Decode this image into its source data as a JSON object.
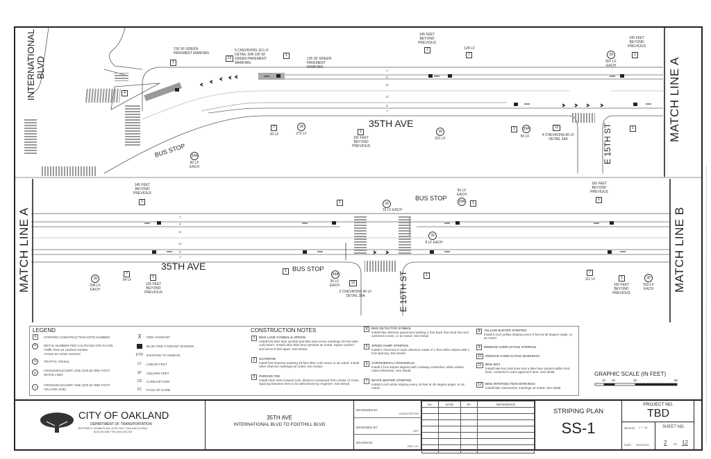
{
  "plan_top": {
    "street_main": "35TH AVE",
    "street_cross_left": "INTERNATIONAL BLVD",
    "street_cross_right": "E 15TH ST",
    "match_line": "MATCH LINE A",
    "bus_stop": "BUS STOP",
    "lane_widths": [
      "7'",
      "8'",
      "11'",
      "11'",
      "8'",
      "7'"
    ],
    "callouts": [
      {
        "tag": "1",
        "text": "216 SF GREEN PAVEMENT MARKING"
      },
      {
        "tag": "4",
        "text": ""
      },
      {
        "tag": "12",
        "text": "5 CHEVRONS 110 LF DETAIL 39A 100 SF GREEN PAVEMENT MARKING"
      },
      {
        "tag": "1",
        "text": "125 SF GREEN PAVEMENT MARKING"
      },
      {
        "tag": "7",
        "text": "60 LF"
      },
      {
        "tag": "39",
        "text": "272 LF"
      },
      {
        "tag": "1",
        "text": "155 FEET BEYOND PREVIOUS"
      },
      {
        "tag": "39",
        "text": "321 LF"
      },
      {
        "tag": "39A",
        "text": "82 LF EACH"
      },
      {
        "tag": "1",
        "text": "145 FEET BEYOND PREVIOUS"
      },
      {
        "tag": "7",
        "text": "128 LF"
      },
      {
        "tag": "39",
        "text": "897 LF EACH"
      },
      {
        "tag": "1",
        "text": "145 FEET BEYOND PREVIOUS"
      },
      {
        "tag": "1",
        "text": ""
      },
      {
        "tag": "39A",
        "text": "50 LF"
      },
      {
        "tag": "12",
        "text": "4 CHEVRONS 80 LF DETAIL 39A"
      },
      {
        "tag": "1",
        "text": ""
      }
    ]
  },
  "plan_bottom": {
    "street_main": "35TH AVE",
    "street_cross": "E 16TH ST",
    "match_line_left": "MATCH LINE A",
    "match_line_right": "MATCH LINE B",
    "bus_stop_1": "BUS STOP",
    "bus_stop_2": "BUS STOP",
    "lane_widths": [
      "7'",
      "8'",
      "11'",
      "11'",
      "8'",
      "7'"
    ],
    "callouts": [
      {
        "tag": "1",
        "text": "145 FEET BEYOND PREVIOUS"
      },
      {
        "tag": "1",
        "text": ""
      },
      {
        "tag": "39",
        "text": "298 LF EACH"
      },
      {
        "tag": "7",
        "text": "94 LF"
      },
      {
        "tag": "1",
        "text": "125 FEET BEYOND PREVIOUS"
      },
      {
        "tag": "1",
        "text": ""
      },
      {
        "tag": "39A",
        "text": "50 LF EACH"
      },
      {
        "tag": "12",
        "text": "2 CHEVRONS 40 LF DETAIL 39A"
      },
      {
        "tag": "39",
        "text": "31 LF EACH"
      },
      {
        "tag": "39A",
        "text": "50 LF EACH"
      },
      {
        "tag": "1",
        "text": ""
      },
      {
        "tag": "39",
        "text": "8 LF EACH"
      },
      {
        "tag": "1",
        "text": ""
      },
      {
        "tag": "1",
        "text": "150 FEET BEYOND PREVIOUS"
      },
      {
        "tag": "7",
        "text": "111 LF"
      },
      {
        "tag": "1",
        "text": "150 FEET BEYOND PREVIOUS"
      },
      {
        "tag": "39",
        "text": "593 LF EACH"
      }
    ]
  },
  "legend": {
    "title": "LEGEND",
    "items_left": [
      {
        "symbol": "#",
        "text": "STRIPING CONSTRUCTION NOTE NUMBER"
      },
      {
        "symbol": "#",
        "text": "DETAIL NUMBER PER CALTRANS STD PLANS",
        "sub1": "Traffic lines as cardinal number",
        "sub2": "Arrows as roman numeral"
      },
      {
        "symbol": "TS",
        "text": "TRAFFIC SIGNAL"
      },
      {
        "symbol": "W",
        "text": "CROSSWALK/LIMIT LINE (SOLID ONE FOOT WHITE LINE)"
      },
      {
        "symbol": "Y",
        "text": "CROSSWALK/LIMIT LINE (SOLID ONE FOOT YELLOW LINE)"
      }
    ],
    "items_right": [
      {
        "symbol": "hydrant-icon",
        "text": "FIRE HYDRANT"
      },
      {
        "symbol": "blue-marker-icon",
        "text": "BLUE FIRE HYDRANT MARKER"
      },
      {
        "symbol": "ETR",
        "text": "EXISTING TO REMAIN"
      },
      {
        "symbol": "LF",
        "text": "LINEAR FEET"
      },
      {
        "symbol": "SF",
        "text": "SQUARE FEET"
      },
      {
        "symbol": "CR",
        "text": "CURB RETURN"
      },
      {
        "symbol": "FC",
        "text": "FACE OF CURB"
      }
    ]
  },
  "construction_notes": {
    "title": "CONSTRUCTION NOTES",
    "notes": [
      {
        "num": "1",
        "title": "BIKE LANE SYMBOL & ARROW",
        "body": "Install first bike lane symbol and bike lane arrow markings 20 feet after curb return. Install other bike lane symbols as noted. Space symbol and arrow 8 feet apart. See Detail."
      },
      {
        "num": "2",
        "title": "SHARROW",
        "body": "Install first sharrow marking 20 feet after curb return or as noted. Install other sharrow markings as noted. See Detail."
      },
      {
        "num": "3",
        "title": "PARKING TEE",
        "body": "Install short stem toward curb, distance measured from center of cross. Spacing between tees to be determined by engineer. See Detail."
      },
      {
        "num": "4",
        "title": "BIKE DETECTOR SYMBOL",
        "body": "Install bike detector pavement marking 1 foot back from limit line and centered in lane, or as noted. See Detail."
      },
      {
        "num": "5",
        "title": "SPEED HUMP STRIPING",
        "body": "Install 2 chevrons in each direction made of 1 foot white stripes with 1 foot spacing.  See Detail."
      },
      {
        "num": "6",
        "title": "CONTINENTAL CROSSWALK",
        "body": "Install 2 foot stripes aligned with roadway centerline, white unless noted otherwise. See Detail."
      },
      {
        "num": "7",
        "title": "WHITE BUFFER STRIPING",
        "body": "Install 6 inch white striping every 15 feet at 45 degree angle, or as noted."
      },
      {
        "num": "8",
        "title": "YELLOW BUFFER STRIPING",
        "body": "Install 6 inch yellow striping every 8 feet at 45 degree angle, or as noted."
      },
      {
        "num": "9",
        "title": "REMOVE CONFLICTING STRIPING",
        "body": ""
      },
      {
        "num": "10",
        "title": "REMOVE CONFLICTING MARKINGS",
        "body": ""
      },
      {
        "num": "11",
        "title": "BIKE BOX",
        "body": "Install bike box limit lines and a bike lane symbol within limit lines, centered in each approach lane. See detail."
      },
      {
        "num": "12",
        "title": "BIKE INTERSECTION MARKINGS",
        "body": "Install bike intersection markings as noted. See detail."
      }
    ]
  },
  "graphic_scale": {
    "title": "GRAPHIC SCALE (IN FEET)",
    "ticks": [
      "10",
      "20",
      "40",
      "80"
    ]
  },
  "title_block": {
    "agency": "CITY OF OAKLAND",
    "department": "DEPARTMENT OF TRANSPORTATION",
    "address": "250 FRANK H. OGAWA PLAZA, SUITE 4344  *  OAKLAND CA  94612",
    "phone": "(510) 238-3466  *  FAX (510) 238-7415",
    "project_name": "35TH AVE",
    "project_limits": "INTERNATIONAL BLVD TO FOOTHILL BLVD",
    "reviewed_by_label": "REVIEWED BY",
    "reviewed_by": "JASON PATTON",
    "designed_by_label": "DESIGNED BY",
    "designed_by": "DEP",
    "drawn_by_label": "DRAWN BY",
    "drawn_by": "DEP, JJC",
    "revision_headers": [
      "No.",
      "DATE",
      "BY",
      "REFERENCE"
    ],
    "sheet_title": "STRIPING PLAN",
    "sheet_code": "SS-1",
    "project_no_label": "PROJECT NO.",
    "project_no": "TBD",
    "scale_label": "SCALE:",
    "scale": "1\" = 40'",
    "date_label": "DATE:",
    "date": "04/05/2021",
    "sheet_no_label": "SHEET NO.",
    "sheet_no": "2",
    "of_label": "OF",
    "sheet_total": "12"
  }
}
